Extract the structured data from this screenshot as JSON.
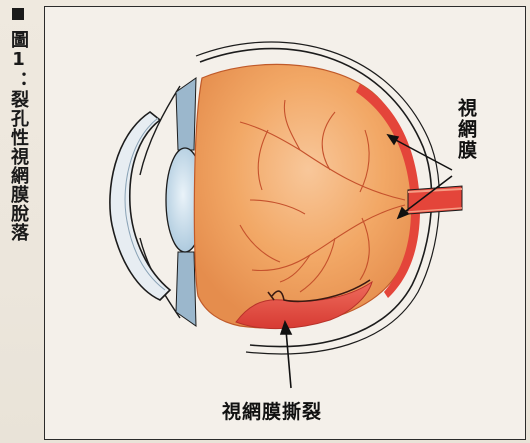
{
  "figure": {
    "caption": "圖1：裂孔性視網膜脫落"
  },
  "labels": {
    "retina": "視網膜",
    "retinal_tear": "視網膜撕裂"
  },
  "colors": {
    "eyeball_fill": "#f3a86b",
    "retina_red": "#e4453a",
    "vessel": "#c5512c",
    "lens_blue": "#c9ddea",
    "outline": "#1c1c1c"
  }
}
